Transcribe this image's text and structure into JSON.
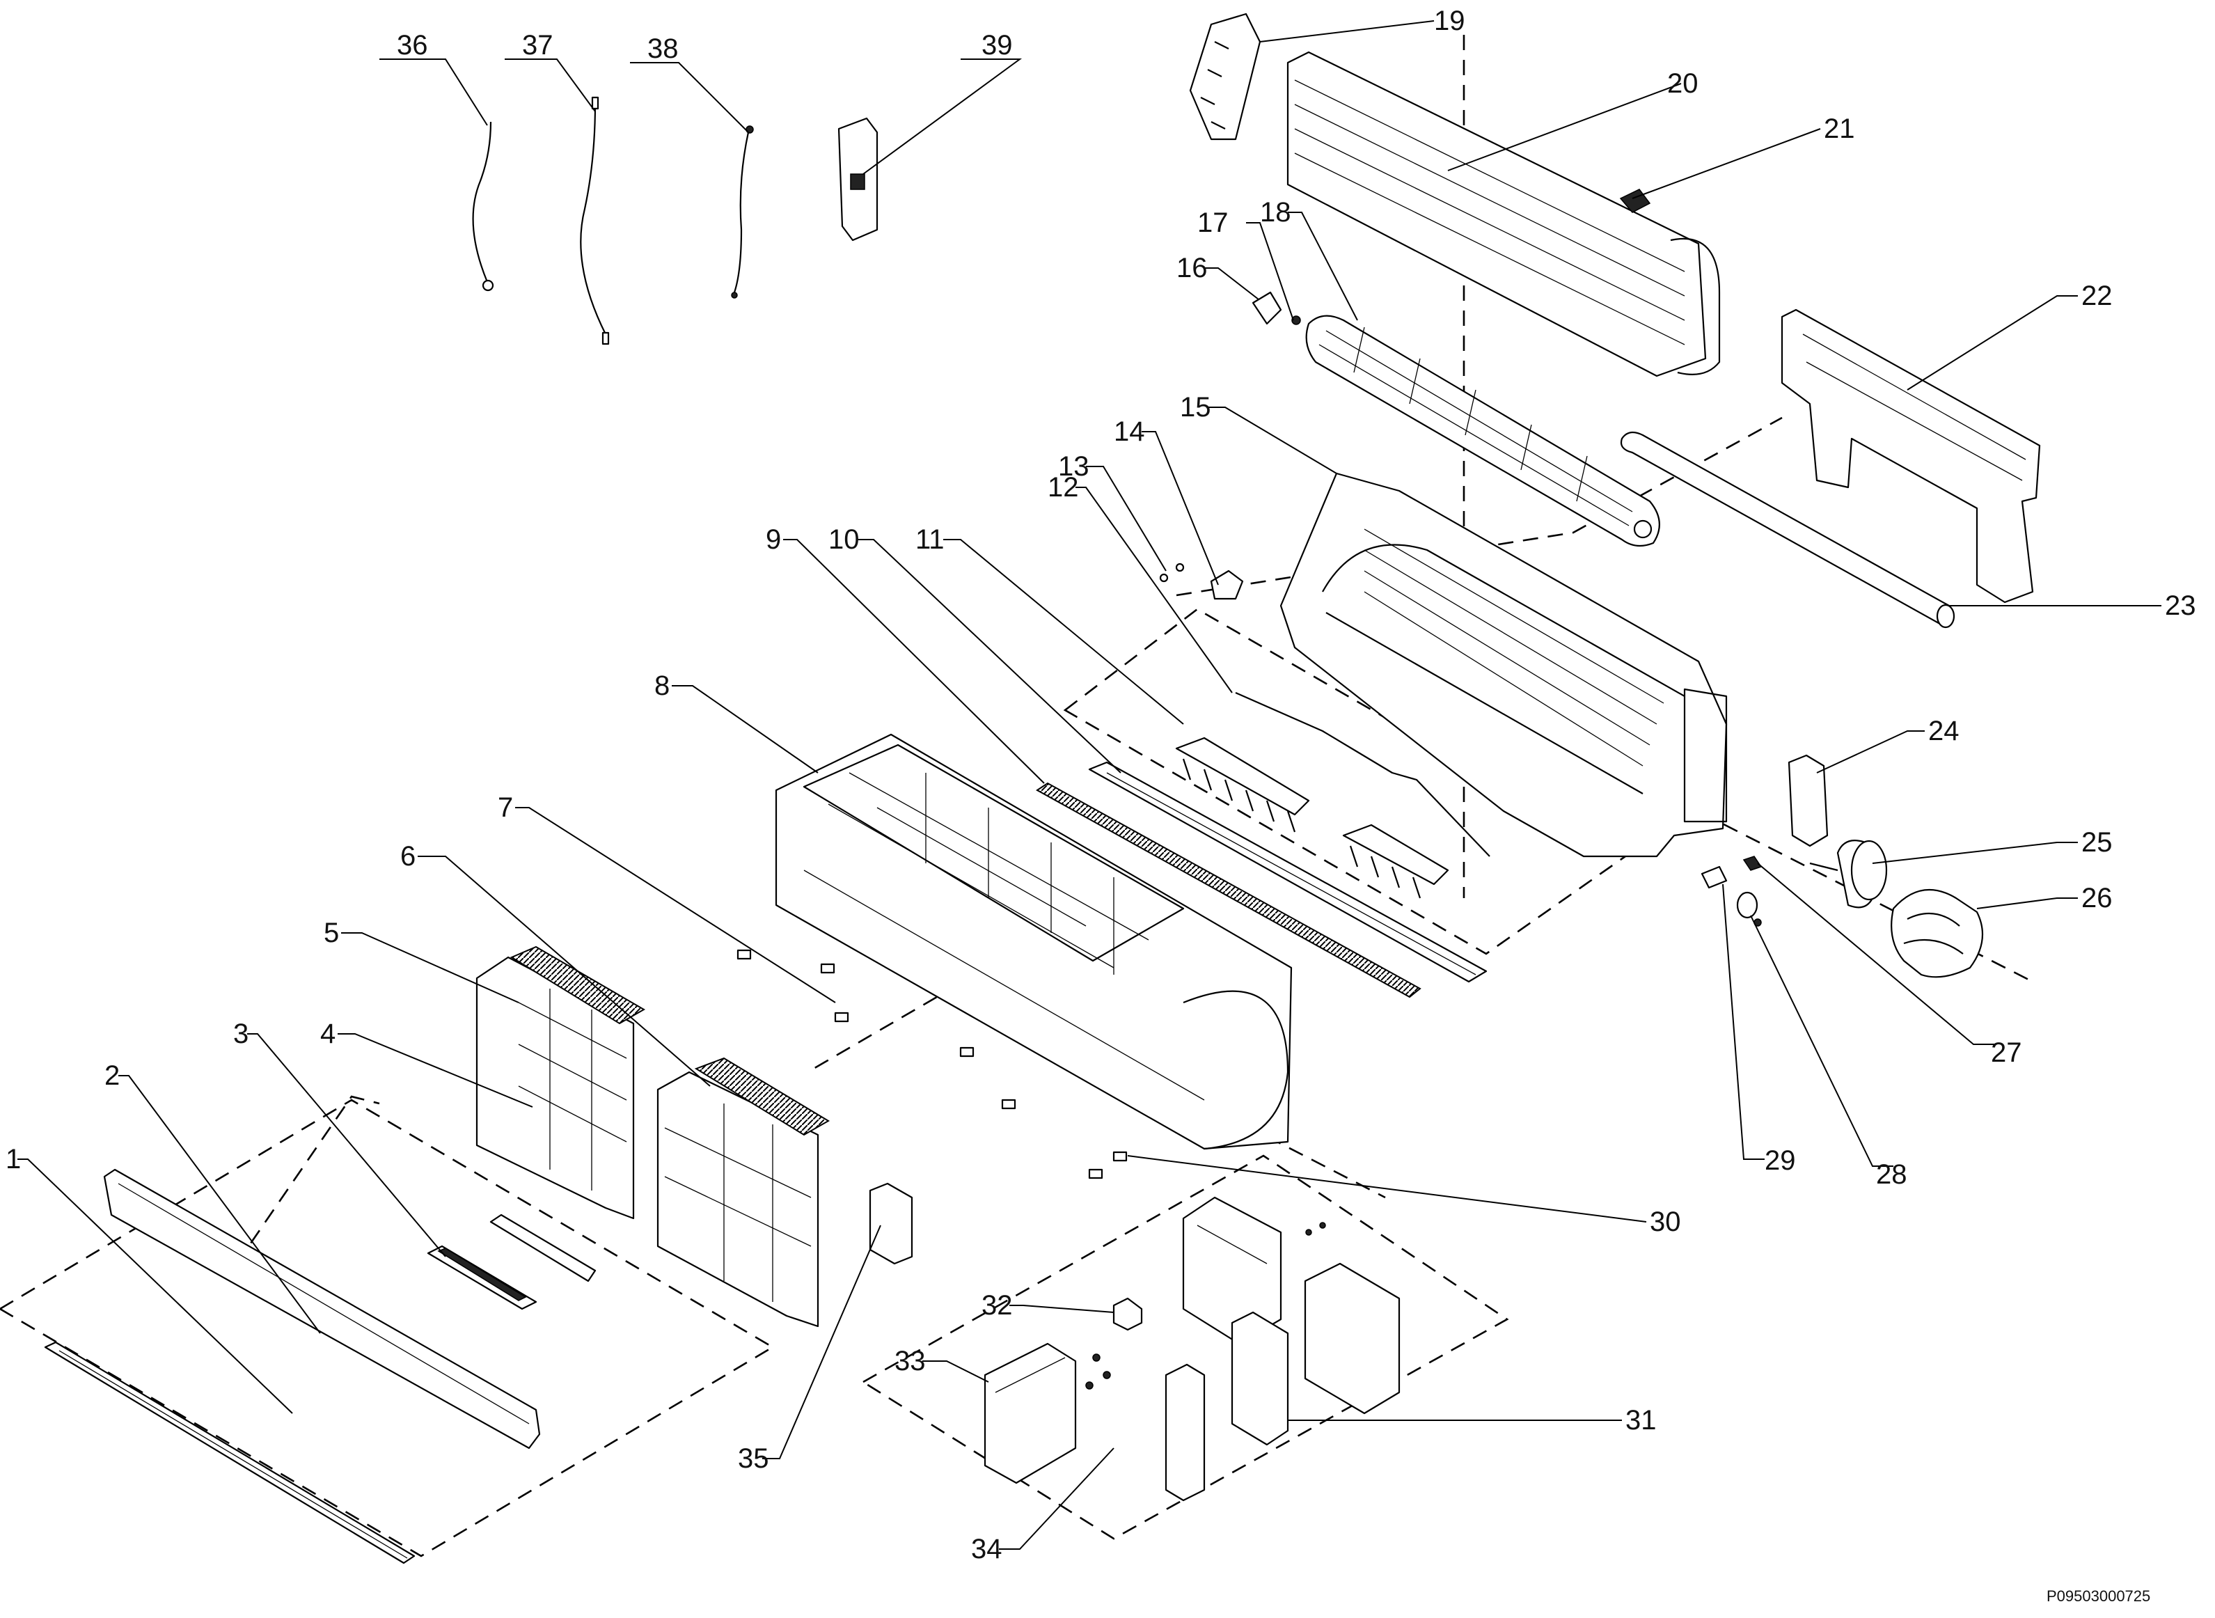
{
  "document_code": "P09503000725",
  "part_numbers": [
    "1",
    "2",
    "3",
    "4",
    "5",
    "6",
    "7",
    "8",
    "9",
    "10",
    "11",
    "12",
    "13",
    "14",
    "15",
    "16",
    "17",
    "18",
    "19",
    "20",
    "21",
    "22",
    "23",
    "24",
    "25",
    "26",
    "27",
    "28",
    "29",
    "30",
    "31",
    "32",
    "33",
    "34",
    "35",
    "36",
    "37",
    "38",
    "39"
  ]
}
